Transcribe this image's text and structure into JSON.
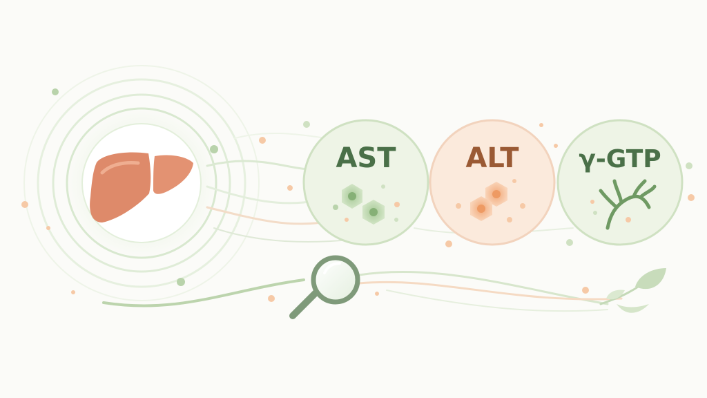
{
  "markers": [
    {
      "id": "ast",
      "label": "AST",
      "text_color": "#4a7048",
      "fill": "#eef4e6",
      "stroke": "#cfe1c2",
      "icon": "hepatocyte-cells-icon"
    },
    {
      "id": "alt",
      "label": "ALT",
      "text_color": "#9a5a34",
      "fill": "#fbeadc",
      "stroke": "#f2d3bd",
      "icon": "hepatocyte-cells-icon"
    },
    {
      "id": "ggtp",
      "label": "γ-GTP",
      "text_color": "#4a7048",
      "fill": "#eef4e6",
      "stroke": "#cfe1c2",
      "icon": "bile-duct-branch-icon"
    }
  ],
  "icons": {
    "organ": "liver-icon",
    "inspect": "magnifying-glass-icon",
    "decoration": "leaf-sprig-icon"
  },
  "colors": {
    "background": "#fbfbf8",
    "liver": "#de8a6a",
    "green_accent": "#a9c99a",
    "orange_accent": "#f4b98c",
    "magnifier": "#7f9a7a"
  }
}
